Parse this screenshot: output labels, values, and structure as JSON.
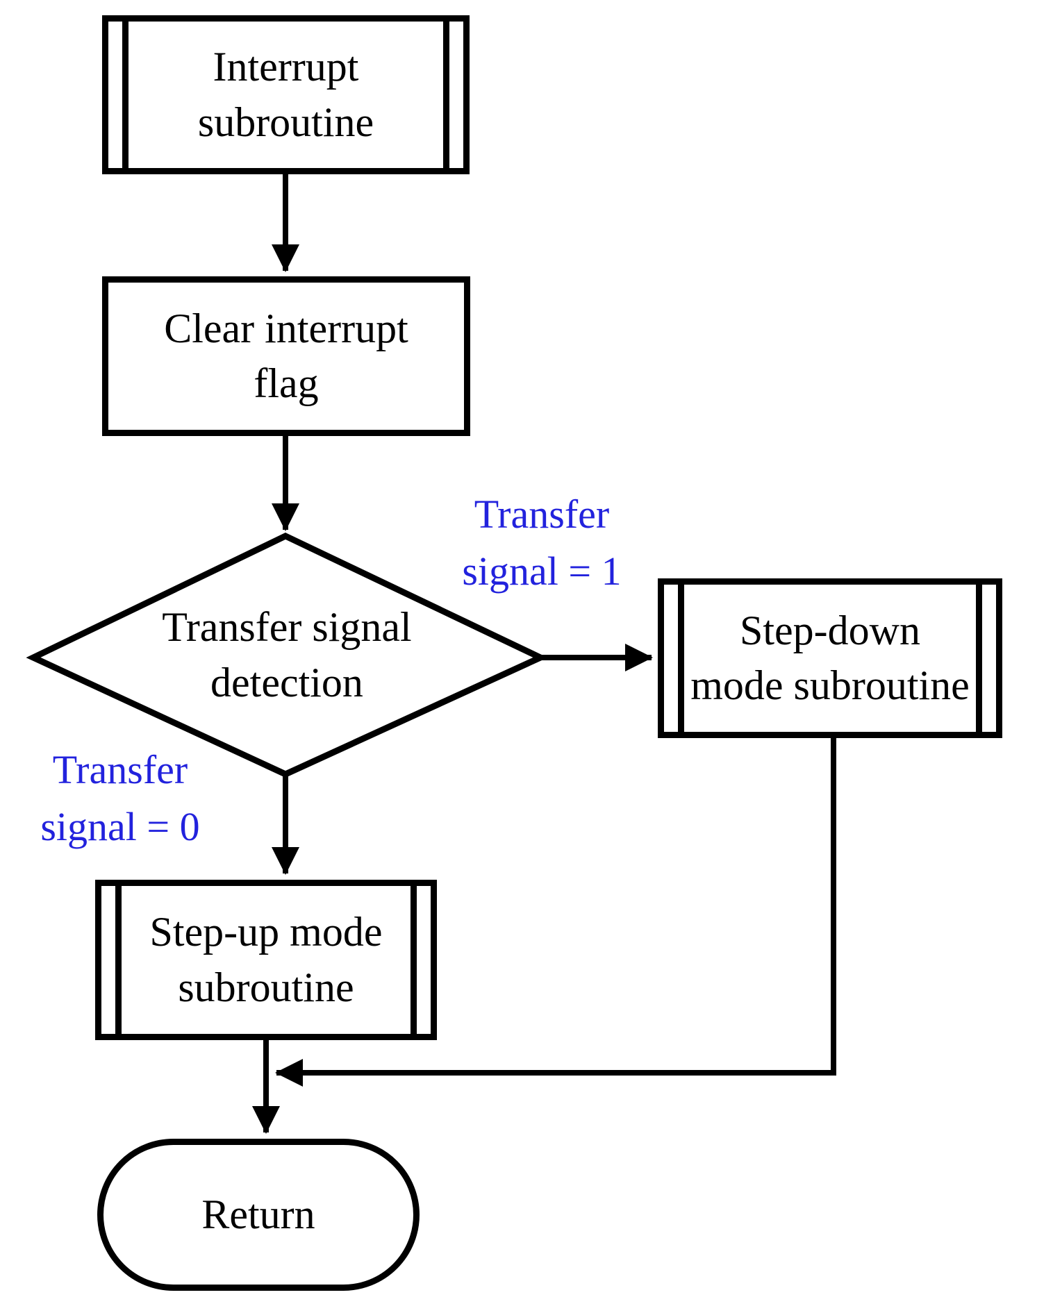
{
  "diagram": {
    "type": "flowchart",
    "nodes": {
      "interrupt": {
        "shape": "predefined-process",
        "label": "Interrupt\nsubroutine"
      },
      "clear_flag": {
        "shape": "process",
        "label": "Clear interrupt\nflag"
      },
      "decision": {
        "shape": "decision",
        "label": "Transfer signal\ndetection"
      },
      "step_down": {
        "shape": "predefined-process",
        "label": "Step-down\nmode subroutine"
      },
      "step_up": {
        "shape": "predefined-process",
        "label": "Step-up mode\nsubroutine"
      },
      "return": {
        "shape": "terminator",
        "label": "Return"
      }
    },
    "edge_labels": {
      "signal_1": {
        "text": "Transfer\nsignal = 1",
        "condition_value": "1"
      },
      "signal_0": {
        "text": "Transfer\nsignal = 0",
        "condition_value": "0"
      }
    },
    "edges": [
      {
        "from": "interrupt",
        "to": "clear_flag"
      },
      {
        "from": "clear_flag",
        "to": "decision"
      },
      {
        "from": "decision",
        "to": "step_down",
        "label": "Transfer signal = 1"
      },
      {
        "from": "decision",
        "to": "step_up",
        "label": "Transfer signal = 0"
      },
      {
        "from": "step_down",
        "to": "return"
      },
      {
        "from": "step_up",
        "to": "return"
      }
    ],
    "colors": {
      "stroke": "#000000",
      "label_blue": "#2222dd",
      "background": "#ffffff"
    }
  }
}
